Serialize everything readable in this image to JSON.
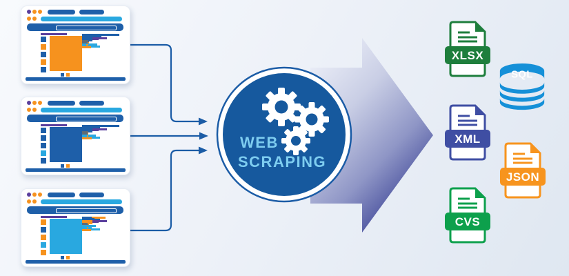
{
  "scene": {
    "description": "web scraping process diagram"
  },
  "palette": {
    "db": "#1e5fa9",
    "lb": "#29a8e0",
    "or": "#f6921e",
    "pu": "#5b3f9d",
    "gy": "#5f6b76"
  },
  "background": {
    "gradient": [
      "#f8fafd",
      "#edf1f8",
      "#dfe7f1"
    ]
  },
  "connectors": {
    "color": "#1b5ca6",
    "count": 3
  },
  "process_arrow": {
    "gradient_from": "#eceff8",
    "gradient_mid": "#8f96c6",
    "gradient_to": "#384094"
  },
  "center_badge": {
    "line1": "WEB",
    "line2": "SCRAPING",
    "text_color": "#7ecdf0",
    "disc_color": "#16599e",
    "ring_color": "#1b5ca6",
    "gear_color": "#ffffff",
    "gear_count": 3
  },
  "outputs": [
    {
      "label": "XLSX",
      "kind": "file-icon",
      "color": "#1e7e3c"
    },
    {
      "label": "SQL",
      "kind": "database-icon",
      "color": "#1590d8"
    },
    {
      "label": "XML",
      "kind": "file-icon",
      "color": "#3f4ea3"
    },
    {
      "label": "JSON",
      "kind": "file-icon",
      "color": "#f7941e"
    },
    {
      "label": "CVS",
      "kind": "file-icon",
      "color": "#0da04c"
    }
  ],
  "icons": [
    "gear-icon",
    "file-icon",
    "database-icon",
    "arrow-icon",
    "browser-window"
  ],
  "windows": [
    {
      "dots1": [
        "pu",
        "or",
        "or"
      ],
      "dots2": [
        "or",
        "or"
      ],
      "sidebar": [
        "db",
        "or",
        "db",
        "or",
        "db"
      ],
      "main": "or",
      "pager": [
        "db",
        "or"
      ],
      "rows": [
        [
          [
            "db",
            54,
            3
          ]
        ],
        [
          [
            "lb",
            9,
            3
          ],
          [
            "or",
            8,
            3
          ],
          [
            "db",
            16,
            3
          ]
        ],
        [
          [
            "db",
            28,
            3
          ]
        ],
        [
          [
            "pu",
            36,
            3
          ]
        ],
        [
          [
            "pu",
            24,
            3
          ]
        ],
        [
          [
            "lb",
            13,
            6
          ],
          [
            "db",
            15,
            6
          ]
        ],
        [
          [
            "gy",
            9,
            3
          ],
          [
            "gy",
            7,
            3
          ],
          [
            "gy",
            9,
            3
          ],
          [
            "gy",
            6,
            3
          ]
        ],
        [
          [
            "gy",
            8,
            3
          ],
          [
            "gy",
            10,
            3
          ],
          [
            "gy",
            7,
            3
          ]
        ],
        [
          [
            "lb",
            8,
            3
          ],
          [
            "or",
            10,
            3
          ],
          [
            "gy",
            8,
            3
          ]
        ],
        [
          [
            "lb",
            22,
            3
          ]
        ],
        [
          [
            "or",
            9,
            3
          ],
          [
            "lb",
            6,
            3
          ]
        ],
        [
          [
            "lb",
            26,
            3
          ]
        ],
        [
          [
            "lb",
            9,
            3
          ],
          [
            "or",
            13,
            3
          ]
        ]
      ]
    },
    {
      "dots1": [
        "pu",
        "or",
        "or"
      ],
      "dots2": [
        "or",
        "or"
      ],
      "sidebar": [
        "db",
        "db",
        "db",
        "lb",
        "db"
      ],
      "main": "db",
      "pager": [
        "db",
        "or"
      ],
      "rows": [
        [
          [
            "db",
            54,
            3
          ]
        ],
        [
          [
            "or",
            8,
            3
          ],
          [
            "db",
            20,
            3
          ]
        ],
        [
          [
            "db",
            26,
            3
          ]
        ],
        [
          [
            "pu",
            36,
            3
          ]
        ],
        [
          [
            "pu",
            24,
            3
          ]
        ],
        [
          [
            "lb",
            13,
            6
          ],
          [
            "db",
            15,
            6
          ]
        ],
        [
          [
            "gy",
            9,
            3
          ],
          [
            "gy",
            7,
            3
          ],
          [
            "gy",
            8,
            3
          ]
        ],
        [
          [
            "lb",
            8,
            3
          ],
          [
            "or",
            9,
            3
          ],
          [
            "gy",
            8,
            3
          ]
        ],
        [
          [
            "gy",
            8,
            3
          ],
          [
            "gy",
            6,
            3
          ]
        ],
        [
          [
            "lb",
            20,
            3
          ]
        ],
        [
          [
            "or",
            9,
            3
          ],
          [
            "lb",
            7,
            3
          ]
        ],
        [
          [
            "lb",
            26,
            3
          ]
        ],
        [
          [
            "or",
            10,
            3
          ],
          [
            "or",
            14,
            3
          ]
        ]
      ]
    },
    {
      "dots1": [
        "pu",
        "or",
        "or"
      ],
      "dots2": [
        "or",
        "or"
      ],
      "sidebar": [
        "or",
        "db",
        "or",
        "lb",
        "or"
      ],
      "main": "lb",
      "pager": [
        "db",
        "or"
      ],
      "rows": [
        [
          [
            "or",
            34,
            3
          ],
          [
            "db",
            14,
            3
          ]
        ],
        [
          [
            "or",
            10,
            3
          ],
          [
            "db",
            18,
            3
          ]
        ],
        [
          [
            "db",
            26,
            3
          ]
        ],
        [
          [
            "pu",
            36,
            3
          ]
        ],
        [
          [
            "pu",
            24,
            3
          ]
        ],
        [
          [
            "db",
            13,
            6
          ],
          [
            "or",
            15,
            6
          ]
        ],
        [
          [
            "lb",
            8,
            3
          ],
          [
            "or",
            10,
            3
          ],
          [
            "gy",
            8,
            3
          ]
        ],
        [
          [
            "gy",
            9,
            3
          ],
          [
            "gy",
            7,
            3
          ],
          [
            "gy",
            8,
            3
          ]
        ],
        [
          [
            "lb",
            20,
            3
          ]
        ],
        [
          [
            "lb",
            14,
            3
          ]
        ],
        [
          [
            "or",
            9,
            3
          ],
          [
            "lb",
            7,
            3
          ]
        ],
        [
          [
            "lb",
            26,
            3
          ]
        ],
        [
          [
            "lb",
            9,
            3
          ],
          [
            "or",
            13,
            3
          ]
        ]
      ]
    }
  ]
}
